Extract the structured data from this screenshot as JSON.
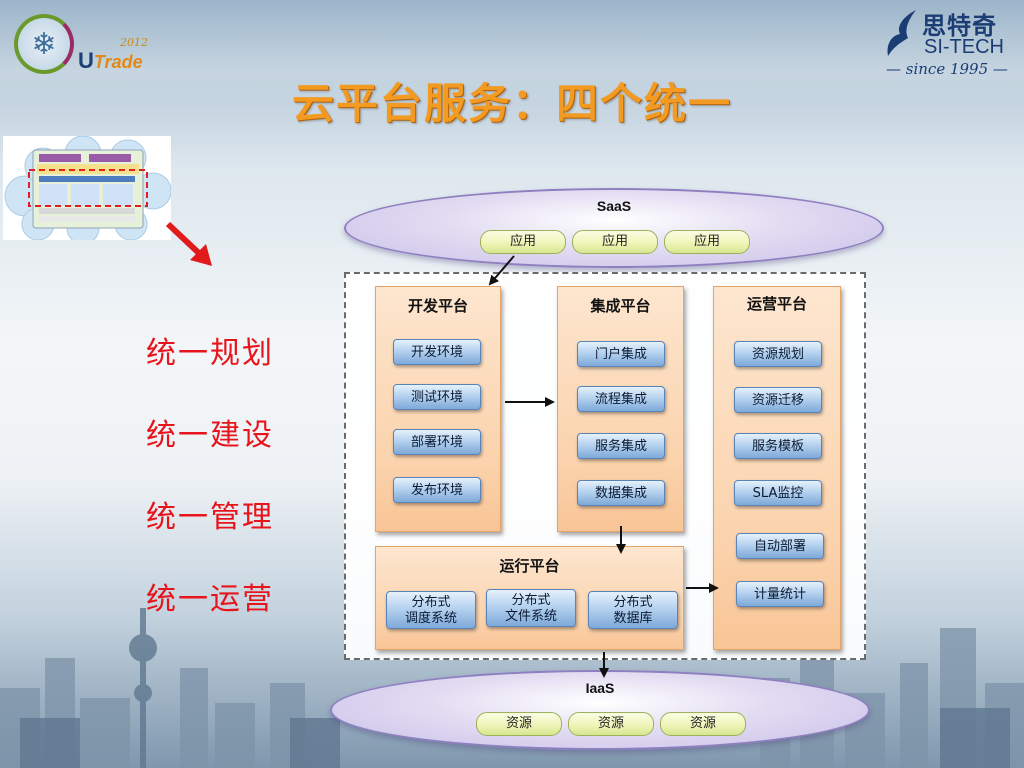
{
  "title": "云平台服务：四个统一",
  "logo_left": {
    "year": "2012",
    "name_u": "U",
    "name_rest": "Trade"
  },
  "logo_right": {
    "cn": "思特奇",
    "en": "SI-TECH",
    "since": "— since 1995 —"
  },
  "slogans": [
    "统一规划",
    "统一建设",
    "统一管理",
    "统一运营"
  ],
  "saas": {
    "title": "SaaS",
    "items": [
      "应用",
      "应用",
      "应用"
    ]
  },
  "iaas": {
    "title": "IaaS",
    "items": [
      "资源",
      "资源",
      "资源"
    ]
  },
  "dev_platform": {
    "title": "开发平台",
    "items": [
      "开发环境",
      "测试环境",
      "部署环境",
      "发布环境"
    ]
  },
  "int_platform": {
    "title": "集成平台",
    "items": [
      "门户集成",
      "流程集成",
      "服务集成",
      "数据集成"
    ]
  },
  "ops_platform": {
    "title": "运营平台",
    "items": [
      "资源规划",
      "资源迁移",
      "服务模板",
      "SLA监控",
      "自动部署",
      "计量统计"
    ]
  },
  "run_platform": {
    "title": "运行平台",
    "items": [
      {
        "line1": "分布式",
        "line2": "调度系统"
      },
      {
        "line1": "分布式",
        "line2": "文件系统"
      },
      {
        "line1": "分布式",
        "line2": "数据库"
      }
    ]
  },
  "colors": {
    "title": "#f39a22",
    "slogan": "#e8141b",
    "panel": "#fbd3ad",
    "button": "#b6d2ef",
    "ellipse": "#c9bfe8",
    "pill": "#eef5b8"
  },
  "icons": {
    "logo_left": "snowflake-icon",
    "logo_right": "bird-logo-icon",
    "pointer": "red-arrow-icon"
  }
}
